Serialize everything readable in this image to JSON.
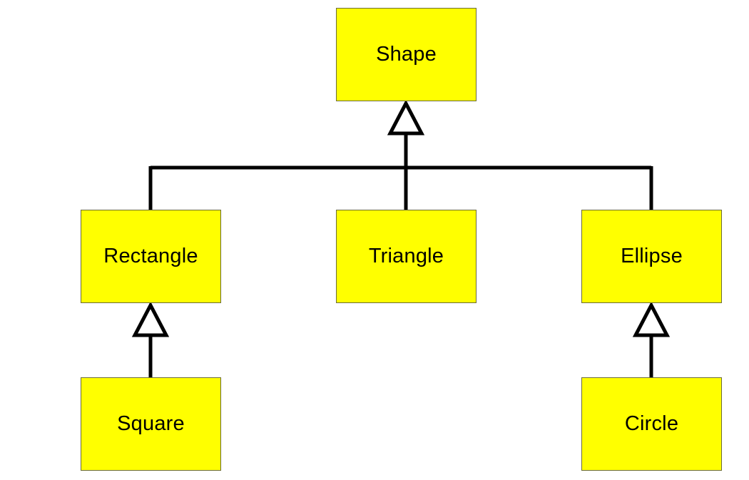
{
  "diagram": {
    "type": "class-hierarchy",
    "colors": {
      "node_fill": "#ffff00",
      "node_border": "#6b6b3a",
      "line": "#000000",
      "arrowhead_fill": "#ffffff"
    },
    "nodes": {
      "shape": "Shape",
      "rectangle": "Rectangle",
      "triangle": "Triangle",
      "ellipse": "Ellipse",
      "square": "Square",
      "circle": "Circle"
    },
    "edges": [
      {
        "from": "rectangle",
        "to": "shape",
        "arrow": "hollow-triangle"
      },
      {
        "from": "triangle",
        "to": "shape",
        "arrow": "hollow-triangle"
      },
      {
        "from": "ellipse",
        "to": "shape",
        "arrow": "hollow-triangle"
      },
      {
        "from": "square",
        "to": "rectangle",
        "arrow": "hollow-triangle"
      },
      {
        "from": "circle",
        "to": "ellipse",
        "arrow": "hollow-triangle"
      }
    ]
  }
}
